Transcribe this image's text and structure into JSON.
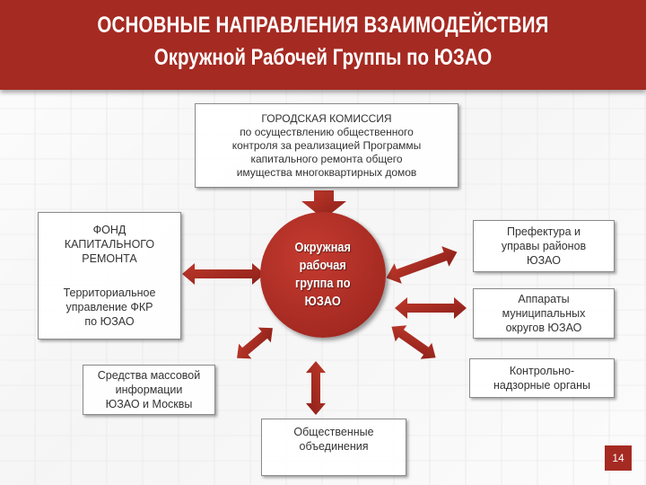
{
  "header": {
    "title_line1": "ОСНОВНЫЕ НАПРАВЛЕНИЯ ВЗАИМОДЕЙСТВИЯ",
    "title_line2": "Окружной Рабочей Группы по ЮЗАО"
  },
  "nodes": {
    "city_commission": "ГОРОДСКАЯ КОМИССИЯ\nпо осуществлению общественного\nконтроля за реализацией Программы\nкапитального ремонта общего\nимущества многоквартирных домов",
    "center": "Окружная\nрабочая\nгруппа по\nЮЗАО",
    "fund": "ФОНД\nКАПИТАЛЬНОГО\nРЕМОНТА",
    "fkr_office": "Территориальное\nуправление ФКР\nпо ЮЗАО",
    "prefecture": "Префектура  и\nуправы районов\nЮЗАО",
    "municipal": "Аппараты\nмуниципальных\nокругов ЮЗАО",
    "control": "Контрольно-\nнадзорные органы",
    "media": "Средства массовой\nинформации\nЮЗАО и Москвы",
    "public": "Общественные\nобъединения"
  },
  "colors": {
    "accent": "#a52a22",
    "box_border": "#8a8a8a"
  },
  "page_number": "14"
}
